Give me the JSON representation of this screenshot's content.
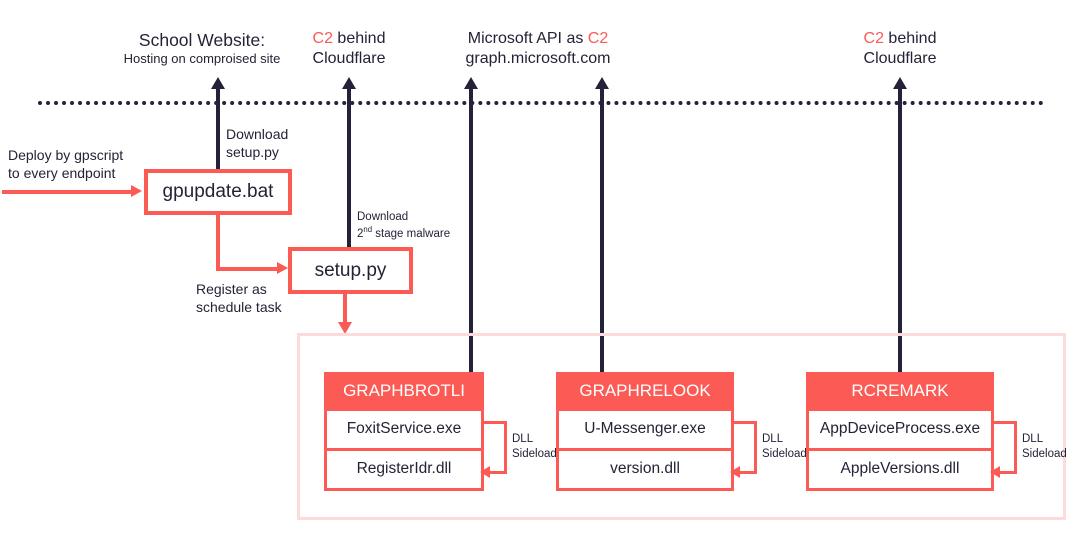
{
  "diagram": {
    "title": "Malware infection chain diagram",
    "colors": {
      "accent_red": "#fb5a55",
      "ink": "#242336",
      "zone_pink": "#fbdcdb"
    },
    "headers": [
      {
        "line1_plain": "School Website:",
        "line1_c2": "",
        "line2": "Hosting on comproised site"
      },
      {
        "line1_c2": "C2",
        "line1_plain": " behind",
        "line2": "Cloudflare"
      },
      {
        "line1_plain_pre": "Microsoft API as ",
        "line1_c2": "C2",
        "line2": "graph.microsoft.com"
      },
      {
        "line1_c2": "C2",
        "line1_plain": " behind",
        "line2": "Cloudflare"
      }
    ],
    "header_school_big": "School Website:",
    "header_school_small": "Hosting on comproised site",
    "header_c2_label": "C2",
    "header_behind": " behind",
    "header_cloudflare": "Cloudflare",
    "header_ms_pre": "Microsoft API as ",
    "header_ms_domain": "graph.microsoft.com",
    "notes": {
      "deploy": "Deploy by gpscript\nto every endpoint",
      "deploy_line1": "Deploy by gpscript",
      "deploy_line2": "to every endpoint",
      "download_setup_line1": "Download",
      "download_setup_line2": "setup.py",
      "register_line1": "Register as",
      "register_line2": "schedule task",
      "download_stage_line1": "Download",
      "download_stage_line2_pre": "2",
      "download_stage_line2_sup": "nd",
      "download_stage_line2_post": " stage malware",
      "dll_sideload_line1": "DLL",
      "dll_sideload_line2": "Sideload"
    },
    "boxes": {
      "gpupdate": "gpupdate.bat",
      "setup": "setup.py"
    },
    "families": [
      {
        "name": "GRAPHBROTLI",
        "exe": "FoxitService.exe",
        "dll": "RegisterIdr.dll",
        "sideload": {
          "line1": "DLL",
          "line2": "Sideload"
        }
      },
      {
        "name": "GRAPHRELOOK",
        "exe": "U-Messenger.exe",
        "dll": "version.dll",
        "sideload": {
          "line1": "DLL",
          "line2": "Sideload"
        }
      },
      {
        "name": "RCREMARK",
        "exe": "AppDeviceProcess.exe",
        "dll": "AppleVersions.dll",
        "sideload": {
          "line1": "DLL",
          "line2": "Sideload"
        }
      }
    ]
  }
}
